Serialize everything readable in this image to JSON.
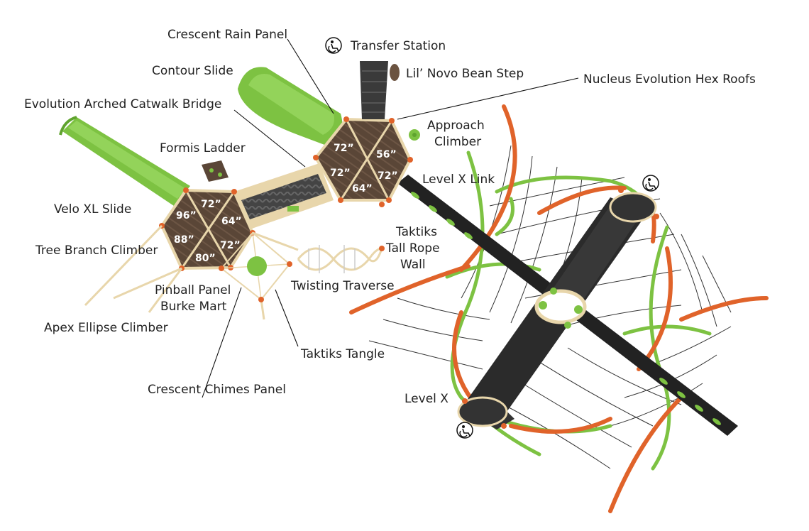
{
  "labels": {
    "crescent_rain_panel": "Crescent Rain Panel",
    "transfer_station": "Transfer Station",
    "contour_slide": "Contour Slide",
    "lil_novo_bean_step": "Lil’ Novo Bean Step",
    "nucleus_evolution_hex_roofs": "Nucleus Evolution Hex Roofs",
    "evolution_arched_catwalk_bridge": "Evolution Arched Catwalk Bridge",
    "approach_climber_1": "Approach",
    "approach_climber_2": "Climber",
    "formis_ladder": "Formis Ladder",
    "level_x_link": "Level X Link",
    "velo_xl_slide": "Velo XL Slide",
    "taktiks_tall_rope_wall_1": "Taktiks",
    "taktiks_tall_rope_wall_2": "Tall Rope",
    "taktiks_tall_rope_wall_3": "Wall",
    "tree_branch_climber": "Tree Branch Climber",
    "twisting_traverse": "Twisting Traverse",
    "pinball_panel": "Pinball Panel",
    "burke_mart": "Burke Mart",
    "apex_ellipse_climber": "Apex Ellipse Climber",
    "taktiks_tangle": "Taktiks Tangle",
    "crescent_chimes_panel": "Crescent Chimes Panel",
    "level_x": "Level X"
  },
  "deck_heights": {
    "left": [
      "96”",
      "72”",
      "64”",
      "88”",
      "72”",
      "80”"
    ],
    "right": [
      "72”",
      "56”",
      "72”",
      "72”",
      "64”"
    ]
  },
  "colors": {
    "slide_green": "#7dc242",
    "deck_brown": "#5a4637",
    "orange": "#e0632a",
    "dark": "#2f2f2f",
    "beige": "#e8d6ab"
  },
  "icons": [
    "accessibility-icon"
  ]
}
